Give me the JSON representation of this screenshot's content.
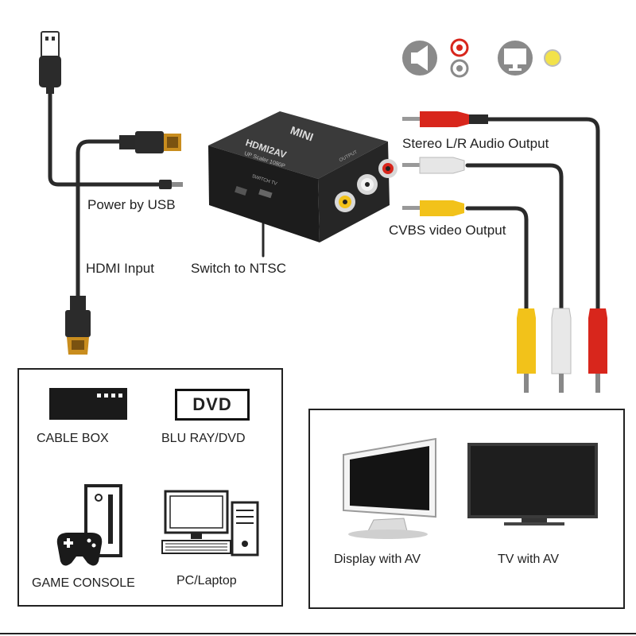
{
  "labels": {
    "power_by_usb": "Power by USB",
    "hdmi_input": "HDMI Input",
    "switch_to_ntsc": "Switch to NTSC",
    "stereo_audio_output": "Stereo L/R Audio Output",
    "cvbs_video_output": "CVBS video Output"
  },
  "device": {
    "brand": "MINI",
    "model": "HDMI2AV",
    "subtitle": "UP Scaler 1080P",
    "side_port_label": "SWITCH TV",
    "right_label": "OUTPUT"
  },
  "sources": {
    "cable_box": "CABLE BOX",
    "dvd_logo": "DVD",
    "blu_ray": "BLU RAY/DVD",
    "game_console": "GAME CONSOLE",
    "pc_laptop": "PC/Laptop"
  },
  "outputs": {
    "display": "Display with  AV",
    "tv": "TV with AV"
  },
  "icons": [
    "speaker-icon",
    "rca-audio-jack-icon",
    "monitor-icon",
    "video-jack-icon"
  ],
  "colors": {
    "cable": "#2a2a2a",
    "rca_red": "#d8261c",
    "rca_white": "#e6e6e6",
    "rca_yellow": "#f2c21a",
    "hdmi_gold": "#c98d1e"
  }
}
